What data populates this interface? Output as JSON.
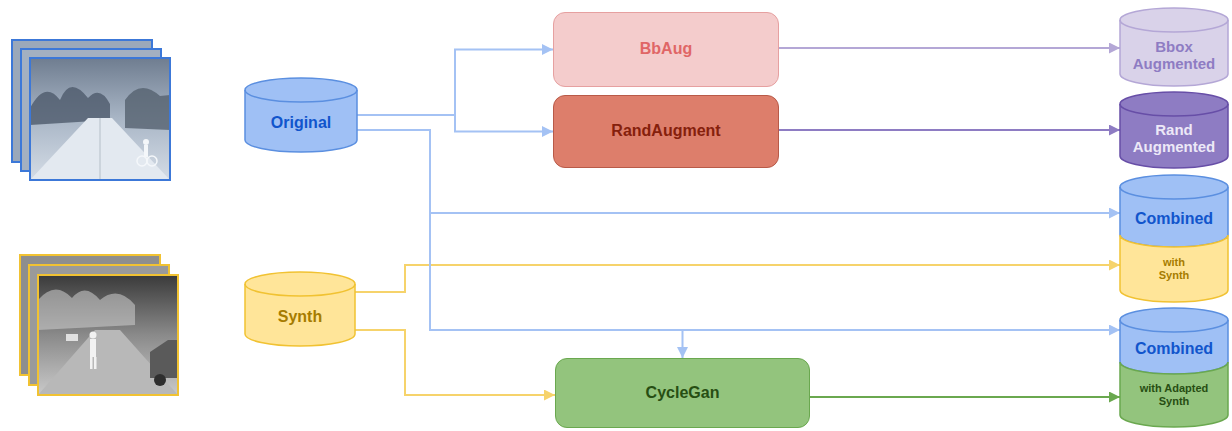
{
  "diagram": {
    "nodes": [
      {
        "text": [
          "Original"
        ]
      },
      {
        "text": [
          "Synth"
        ]
      },
      {
        "text": [
          "BbAug"
        ]
      },
      {
        "text": [
          "RandAugment"
        ]
      },
      {
        "text": [
          "CycleGan"
        ]
      },
      {
        "text": [
          "Bbox Augmented"
        ]
      },
      {
        "text": [
          "Rand Augmented"
        ]
      },
      {
        "text": [
          "Combined"
        ]
      },
      {
        "text": [
          "with Synth"
        ]
      },
      {
        "text": [
          "Combined"
        ]
      },
      {
        "text": [
          "with Adapted Synth"
        ]
      }
    ],
    "edges": [
      {
        "from": 0,
        "to": 2,
        "arrow": "to"
      },
      {
        "from": 0,
        "to": 3,
        "arrow": "to"
      },
      {
        "from": 2,
        "to": 5,
        "arrow": "to"
      },
      {
        "from": 3,
        "to": 6,
        "arrow": "to"
      },
      {
        "from": 0,
        "to": 7,
        "arrow": "to"
      },
      {
        "from": 1,
        "to": 8,
        "arrow": "to"
      },
      {
        "from": 0,
        "to": 9,
        "arrow": "to"
      },
      {
        "from": 0,
        "to": 4,
        "arrow": "to"
      },
      {
        "from": 1,
        "to": 4,
        "arrow": "to"
      },
      {
        "from": 4,
        "to": 10,
        "arrow": "to"
      }
    ]
  }
}
